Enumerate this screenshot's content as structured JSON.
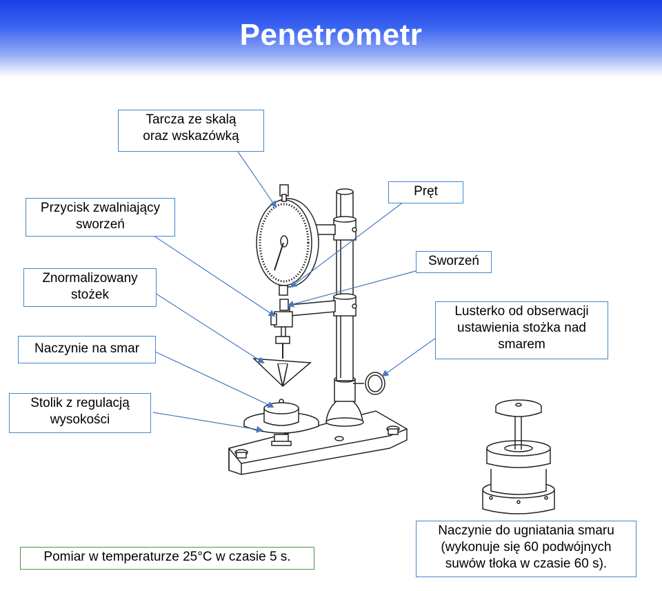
{
  "title": "Penetrometr",
  "labels": {
    "dial": "Tarcza ze skalą\noraz wskazówką",
    "rod": "Pręt",
    "release_button": "Przycisk zwalniający\nsworzeń",
    "pin": "Sworzeń",
    "cone": "Znormalizowany\nstożek",
    "mirror": "Lusterko od obserwacji\nustawienia stożka nad\nsmarem",
    "grease_cup": "Naczynie na smar",
    "table": "Stolik z regulacją\nwysokości",
    "worker_cup": "Naczynie do ugniatania smaru\n(wykonuje się 60 podwójnych\nsuwów tłoka w czasie 60 s).",
    "measurement_note": "Pomiar w temperaturze 25°C w czasie 5 s."
  },
  "colors": {
    "header_top": "#1a3fe6",
    "label_border": "#3f87c9",
    "note_border": "#3f9a3f",
    "arrow": "#4a78c0"
  }
}
